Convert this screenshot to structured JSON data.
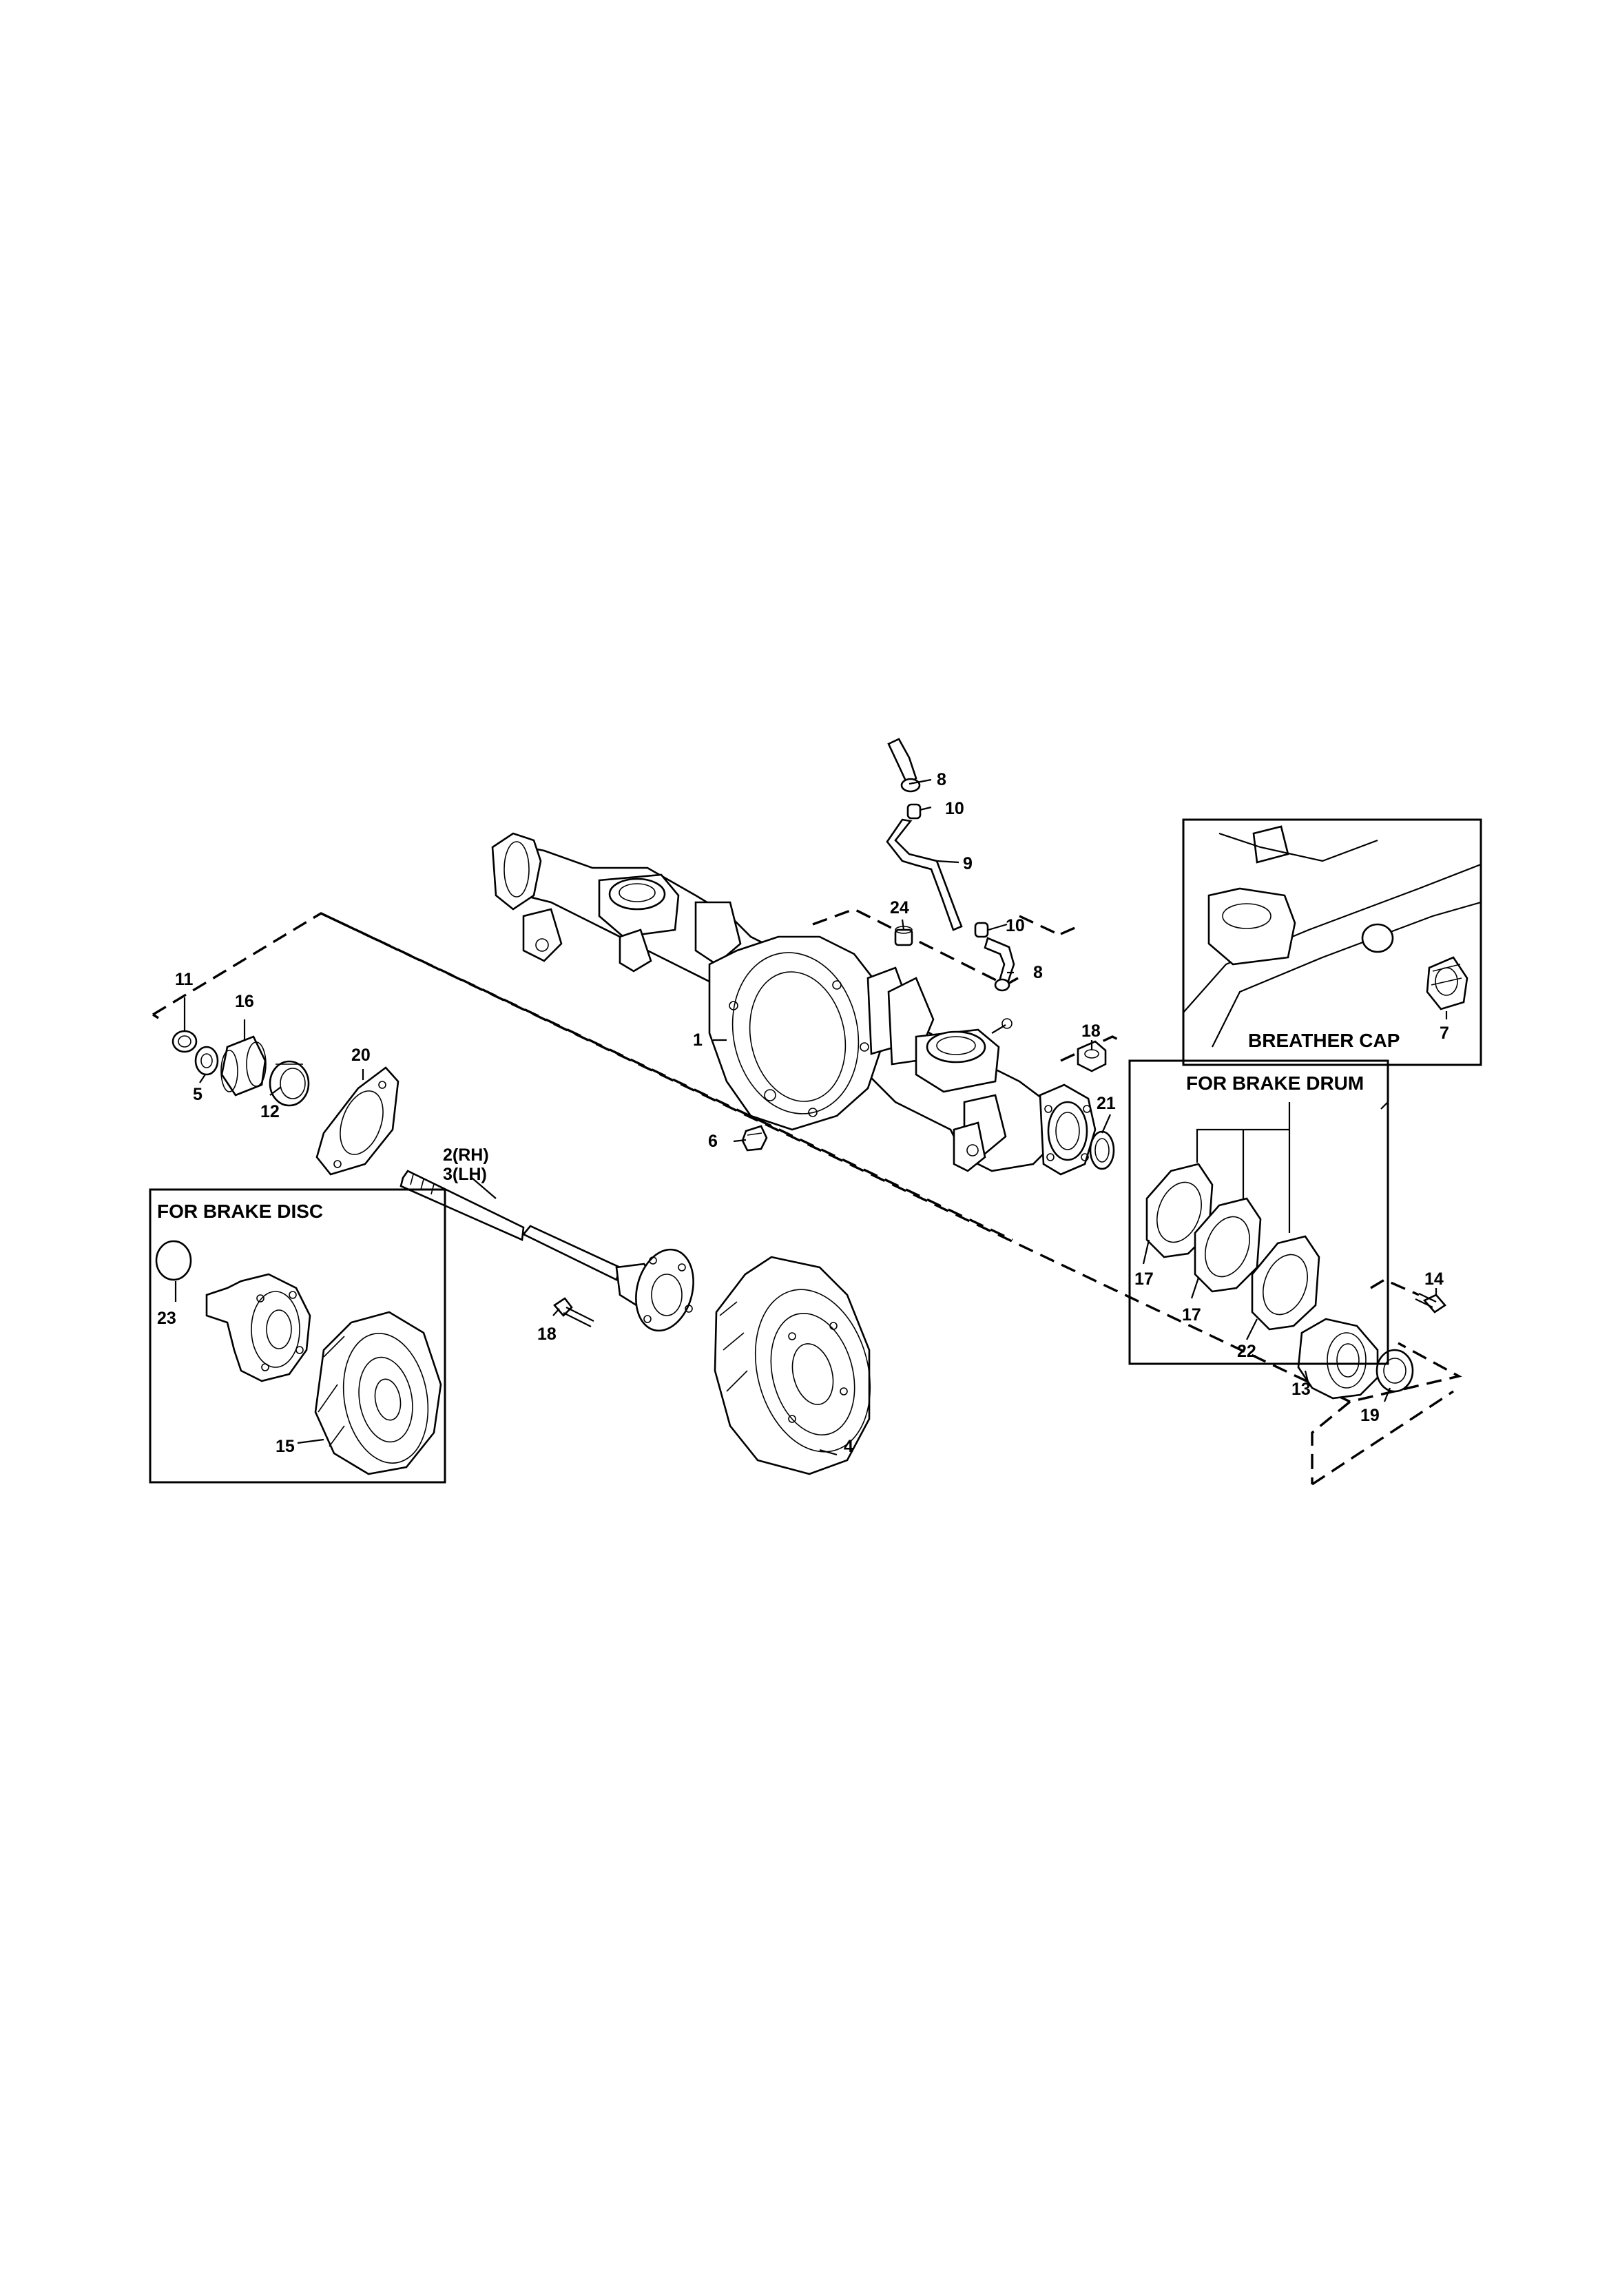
{
  "boxes": {
    "breather_cap": "BREATHER CAP",
    "brake_drum": "FOR BRAKE DRUM",
    "brake_disc": "FOR BRAKE DISC"
  },
  "callouts": {
    "c1": "1",
    "c2": "2(RH)",
    "c3": "3(LH)",
    "c4": "4",
    "c5": "5",
    "c6": "6",
    "c7": "7",
    "c8a": "8",
    "c8b": "8",
    "c9": "9",
    "c10a": "10",
    "c10b": "10",
    "c11": "11",
    "c12": "12",
    "c13": "13",
    "c14": "14",
    "c15": "15",
    "c16": "16",
    "c17a": "17",
    "c17b": "17",
    "c18a": "18",
    "c18b": "18",
    "c19": "19",
    "c20": "20",
    "c21": "21",
    "c22": "22",
    "c23": "23",
    "c24": "24"
  }
}
